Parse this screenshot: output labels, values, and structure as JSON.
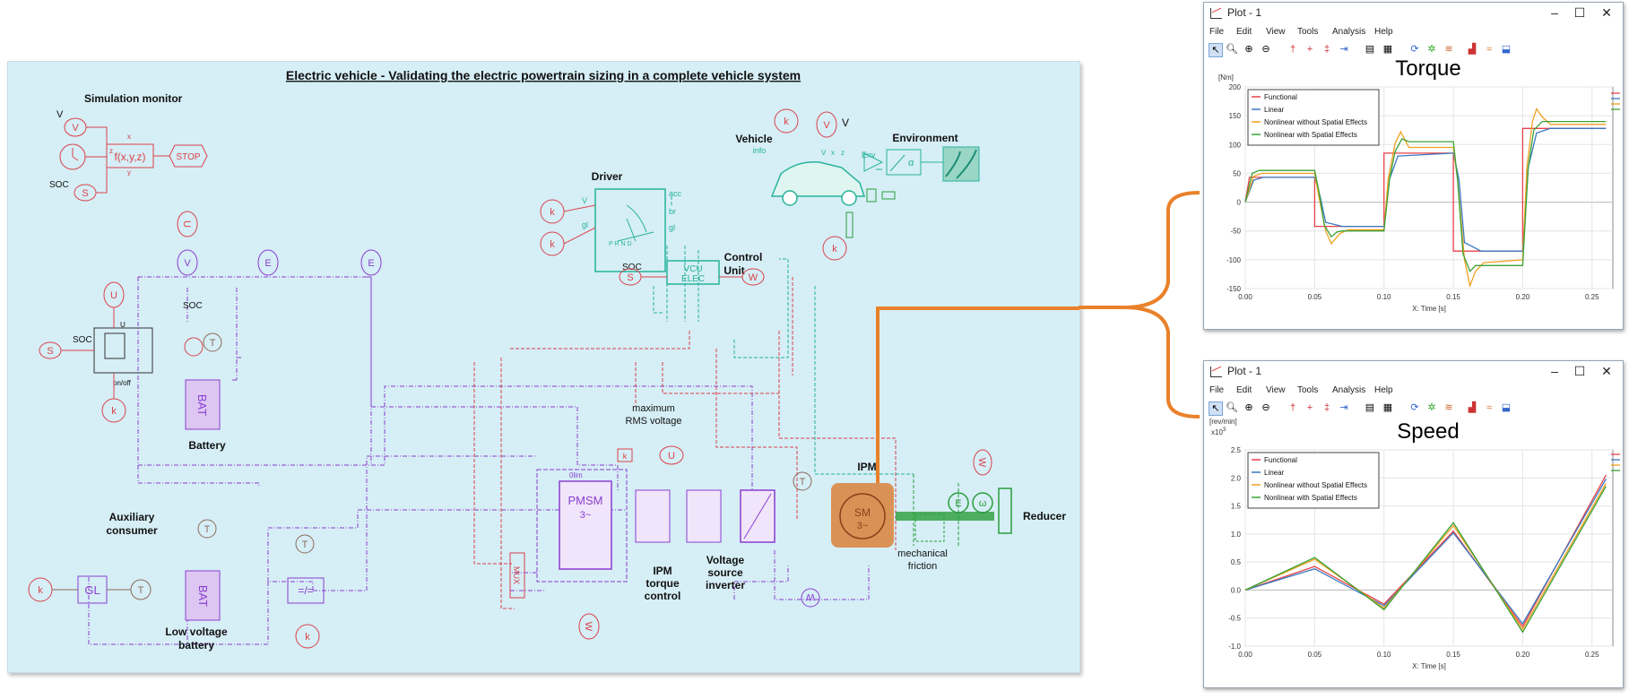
{
  "diagram": {
    "title": "Electric vehicle - Validating the electric powertrain sizing in a complete vehicle system",
    "labels": {
      "simulation_monitor": "Simulation monitor",
      "driver": "Driver",
      "vehicle": "Vehicle",
      "environment": "Environment",
      "control_unit_1": "Control",
      "control_unit_2": "Unit",
      "battery": "Battery",
      "aux_1": "Auxiliary",
      "aux_2": "consumer",
      "lv_1": "Low voltage",
      "lv_2": "battery",
      "max_rms_1": "maximum",
      "max_rms_2": "RMS voltage",
      "ipm": "IPM",
      "ipm_ctrl_1": "IPM",
      "ipm_ctrl_2": "torque",
      "ipm_ctrl_3": "control",
      "vsi_1": "Voltage",
      "vsi_2": "source",
      "vsi_3": "inverter",
      "reducer": "Reducer",
      "friction_1": "mechanical",
      "friction_2": "friction"
    },
    "ports": {
      "v": "V",
      "soc": "SOC",
      "x": "x",
      "y": "y",
      "z": "z",
      "fxyz": "f(x,y,z)",
      "stop": "STOP",
      "s": "S",
      "k": "k",
      "u": "U",
      "e": "E",
      "t": "T",
      "w": "W",
      "gl": "GL",
      "bat": "BAT",
      "pmsm": "PMSM",
      "three_ph": "3~",
      "sm": "SM",
      "vcu": "VCU",
      "elec": "ELEC",
      "mux": "MUX",
      "acc": "acc",
      "br": "br",
      "gl_port": "gl",
      "info": "info",
      "env": "Env",
      "on_off": "on/off",
      "alpha": "α",
      "omega": "ω",
      "idim": "0lim",
      "dcdc": "=/=",
      "prnd": "P R N D"
    },
    "colors": {
      "background": "#d6eef6",
      "electrical": "#8a3fd0",
      "signal_red": "#d9434a",
      "mechanical_green": "#2a9d3c",
      "vehicle_teal": "#25b39a",
      "ipm_highlight": "#d9813a",
      "connector_orange": "#e9812a",
      "thermal_brown": "#8a6a58"
    }
  },
  "plots": [
    {
      "window_title": "Plot - 1",
      "menu": [
        "File",
        "Edit",
        "View",
        "Tools",
        "Analysis",
        "Help"
      ],
      "title": "Torque",
      "y_unit": "[Nm]",
      "multiplier": "",
      "x_label": "X: Time [s]",
      "legend": [
        "Functional",
        "Linear",
        "Nonlinear without Spatial Effects",
        "Nonlinear with Spatial Effects"
      ],
      "chart_data": {
        "type": "line",
        "title": "Torque",
        "xlabel": "X: Time [s]",
        "ylabel": "[Nm]",
        "xlim": [
          0,
          0.265
        ],
        "ylim": [
          -150,
          200
        ],
        "x_ticks": [
          "0.00",
          "0.05",
          "0.10",
          "0.15",
          "0.20",
          "0.25"
        ],
        "y_ticks": [
          "200",
          "150",
          "100",
          "50",
          "0",
          "-50",
          "-100",
          "-150"
        ],
        "grid": true,
        "legend_position": "top-left",
        "series": [
          {
            "name": "Functional",
            "color": "#e8424a",
            "x": [
              0,
              0.003,
              0.05,
              0.05,
              0.1,
              0.1,
              0.15,
              0.15,
              0.2,
              0.2,
              0.26
            ],
            "y": [
              0,
              43,
              43,
              -42,
              -42,
              85,
              85,
              -85,
              -85,
              128,
              128
            ]
          },
          {
            "name": "Linear",
            "color": "#3a78c0",
            "x": [
              0,
              0.006,
              0.013,
              0.05,
              0.054,
              0.058,
              0.07,
              0.1,
              0.104,
              0.11,
              0.15,
              0.154,
              0.158,
              0.17,
              0.2,
              0.204,
              0.21,
              0.22,
              0.26
            ],
            "y": [
              0,
              38,
              43,
              43,
              10,
              -35,
              -42,
              -42,
              40,
              80,
              85,
              40,
              -70,
              -85,
              -85,
              60,
              120,
              128,
              128
            ]
          },
          {
            "name": "Nonlinear without Spatial Effects",
            "color": "#f0a020",
            "x": [
              0,
              0.006,
              0.012,
              0.05,
              0.053,
              0.058,
              0.062,
              0.068,
              0.074,
              0.1,
              0.103,
              0.108,
              0.112,
              0.118,
              0.15,
              0.153,
              0.158,
              0.162,
              0.166,
              0.172,
              0.2,
              0.203,
              0.207,
              0.21,
              0.214,
              0.22,
              0.26
            ],
            "y": [
              0,
              45,
              50,
              50,
              10,
              -50,
              -72,
              -55,
              -48,
              -48,
              40,
              102,
              122,
              95,
              95,
              40,
              -100,
              -145,
              -120,
              -105,
              -100,
              60,
              140,
              162,
              148,
              135,
              135
            ]
          },
          {
            "name": "Nonlinear with Spatial Effects",
            "color": "#3aa135",
            "x": [
              0,
              0.005,
              0.01,
              0.05,
              0.053,
              0.057,
              0.062,
              0.066,
              0.07,
              0.1,
              0.104,
              0.108,
              0.113,
              0.118,
              0.15,
              0.153,
              0.157,
              0.162,
              0.166,
              0.2,
              0.204,
              0.208,
              0.214,
              0.26
            ],
            "y": [
              0,
              50,
              55,
              55,
              20,
              -40,
              -60,
              -52,
              -50,
              -50,
              40,
              88,
              110,
              105,
              105,
              40,
              -90,
              -120,
              -110,
              -110,
              60,
              125,
              140,
              140
            ]
          }
        ]
      }
    },
    {
      "window_title": "Plot - 1",
      "menu": [
        "File",
        "Edit",
        "View",
        "Tools",
        "Analysis",
        "Help"
      ],
      "title": "Speed",
      "y_unit": "[rev/min]",
      "multiplier": "x10",
      "multiplier_exp": "3",
      "x_label": "X: Time [s]",
      "legend": [
        "Functional",
        "Linear",
        "Nonlinear without Spatial Effects",
        "Nonlinear with Spatial Effects"
      ],
      "chart_data": {
        "type": "line",
        "title": "Speed",
        "xlabel": "X: Time [s]",
        "ylabel": "[rev/min] x10^3",
        "xlim": [
          0,
          0.265
        ],
        "ylim": [
          -1.0,
          2.5
        ],
        "x_ticks": [
          "0.00",
          "0.05",
          "0.10",
          "0.15",
          "0.20",
          "0.25"
        ],
        "y_ticks": [
          "2.5",
          "2.0",
          "1.5",
          "1.0",
          "0.5",
          "0.0",
          "-0.5",
          "-1.0"
        ],
        "grid": true,
        "legend_position": "top-left",
        "series": [
          {
            "name": "Functional",
            "color": "#e8424a",
            "x": [
              0,
              0.05,
              0.1,
              0.15,
              0.2,
              0.26
            ],
            "y": [
              0,
              0.42,
              -0.25,
              1.05,
              -0.65,
              2.05
            ]
          },
          {
            "name": "Linear",
            "color": "#3a78c0",
            "x": [
              0,
              0.05,
              0.1,
              0.15,
              0.2,
              0.26
            ],
            "y": [
              0,
              0.38,
              -0.28,
              1.02,
              -0.6,
              1.98
            ]
          },
          {
            "name": "Nonlinear without Spatial Effects",
            "color": "#f0a020",
            "x": [
              0,
              0.05,
              0.1,
              0.15,
              0.2,
              0.26
            ],
            "y": [
              0,
              0.55,
              -0.32,
              1.15,
              -0.7,
              1.9
            ]
          },
          {
            "name": "Nonlinear with Spatial Effects",
            "color": "#3aa135",
            "x": [
              0,
              0.05,
              0.1,
              0.15,
              0.2,
              0.26
            ],
            "y": [
              0,
              0.58,
              -0.35,
              1.2,
              -0.75,
              1.85
            ]
          }
        ]
      }
    }
  ]
}
